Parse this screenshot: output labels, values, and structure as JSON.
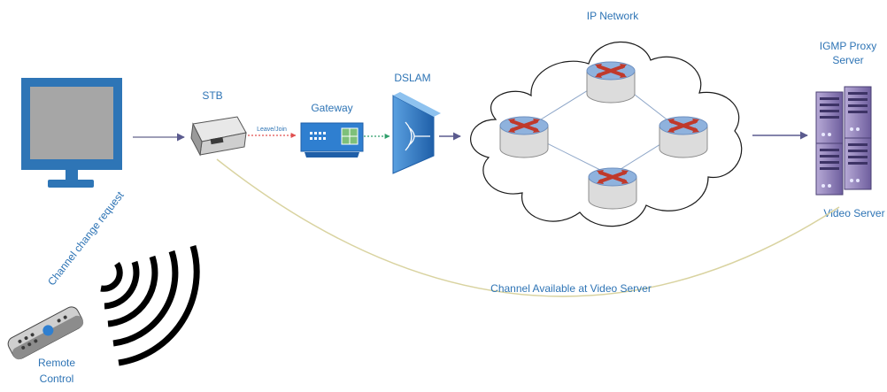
{
  "labels": {
    "stb": "STB",
    "gateway": "Gateway",
    "dslam": "DSLAM",
    "ip_network": "IP Network",
    "igmp_proxy_line1": "IGMP Proxy",
    "igmp_proxy_line2": "Server",
    "video_server": "Video Server",
    "remote_line1": "Remote",
    "remote_line2": "Control",
    "leave_join": "Leave/Join",
    "channel_change_request": "Channel change request",
    "channel_available": "Channel Available at Video Server"
  },
  "colors": {
    "label_blue": "#2e74b5",
    "monitor_frame": "#2e75b6",
    "monitor_screen": "#a6a6a6",
    "arrow": "#7f7f9f",
    "leave_join_arrow": "#e05050",
    "curve": "#d9d3a0",
    "router_top": "#7fa7d6",
    "router_cross": "#c0392b",
    "server": "#8d7fb3"
  }
}
